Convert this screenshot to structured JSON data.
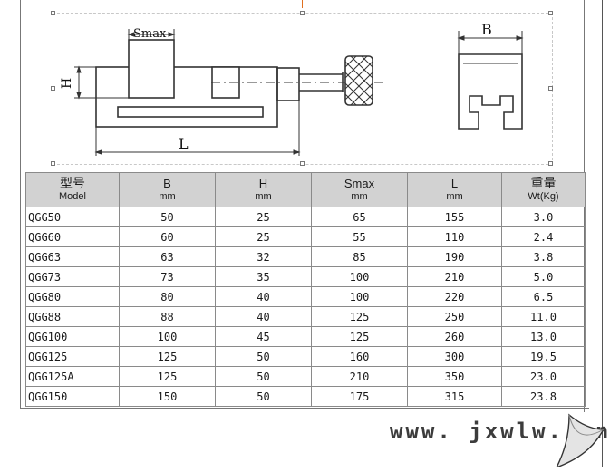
{
  "diagram": {
    "side_view": {
      "smax_label": "Smax",
      "h_label": "H",
      "l_label": "L"
    },
    "end_view": {
      "b_label": "B"
    }
  },
  "table": {
    "headers": [
      {
        "top": "型号",
        "bottom": "Model"
      },
      {
        "top": "B",
        "bottom": "mm"
      },
      {
        "top": "H",
        "bottom": "mm"
      },
      {
        "top": "Smax",
        "bottom": "mm"
      },
      {
        "top": "L",
        "bottom": "mm"
      },
      {
        "top": "重量",
        "bottom": "Wt(Kg)"
      }
    ],
    "rows": [
      [
        "QGG50",
        "50",
        "25",
        "65",
        "155",
        "3.0"
      ],
      [
        "QGG60",
        "60",
        "25",
        "55",
        "110",
        "2.4"
      ],
      [
        "QGG63",
        "63",
        "32",
        "85",
        "190",
        "3.8"
      ],
      [
        "QGG73",
        "73",
        "35",
        "100",
        "210",
        "5.0"
      ],
      [
        "QGG80",
        "80",
        "40",
        "100",
        "220",
        "6.5"
      ],
      [
        "QGG88",
        "88",
        "40",
        "125",
        "250",
        "11.0"
      ],
      [
        "QGG100",
        "100",
        "45",
        "125",
        "260",
        "13.0"
      ],
      [
        "QGG125",
        "125",
        "50",
        "160",
        "300",
        "19.5"
      ],
      [
        "QGG125A",
        "125",
        "50",
        "210",
        "350",
        "23.0"
      ],
      [
        "QGG150",
        "150",
        "50",
        "175",
        "315",
        "23.8"
      ]
    ]
  },
  "watermark": "www. jxwlw. cn"
}
